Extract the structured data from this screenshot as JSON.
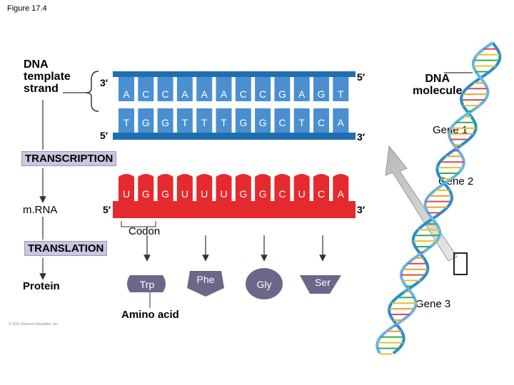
{
  "figure_title": "Figure 17.4",
  "labels": {
    "template_strand": [
      "DNA",
      "template",
      "strand"
    ],
    "dna_molecule": [
      "DNA",
      "molecule"
    ],
    "transcription": "TRANSCRIPTION",
    "mrna": "m.RNA",
    "translation": "TRANSLATION",
    "protein": "Protein",
    "codon": "Codon",
    "amino_acid": "Amino acid",
    "gene1": "Gene 1",
    "gene2": "Gene 2",
    "gene3": "Gene 3",
    "copyright": "© 2011 Pearson Education, Inc."
  },
  "strand_ends": {
    "top_left": "3′",
    "top_right": "5′",
    "bottom_left": "5′",
    "bottom_right": "3′",
    "mrna_left": "5′",
    "mrna_right": "3′"
  },
  "dna_top_bases": [
    "A",
    "C",
    "C",
    "A",
    "A",
    "A",
    "C",
    "C",
    "G",
    "A",
    "G",
    "T"
  ],
  "dna_bottom_bases": [
    "T",
    "G",
    "G",
    "T",
    "T",
    "T",
    "G",
    "G",
    "C",
    "T",
    "C",
    "A"
  ],
  "mrna_bases": [
    "U",
    "G",
    "G",
    "U",
    "U",
    "U",
    "G",
    "G",
    "C",
    "U",
    "C",
    "A"
  ],
  "amino_acids": [
    "Trp",
    "Phe",
    "Gly",
    "Ser"
  ],
  "colors": {
    "dna_strand": "#1f6fb0",
    "dna_strand_light": "#4a8fd0",
    "mrna": "#e52a2f",
    "amino_acid": "#6e6689",
    "label_box": "#c9c7df"
  }
}
